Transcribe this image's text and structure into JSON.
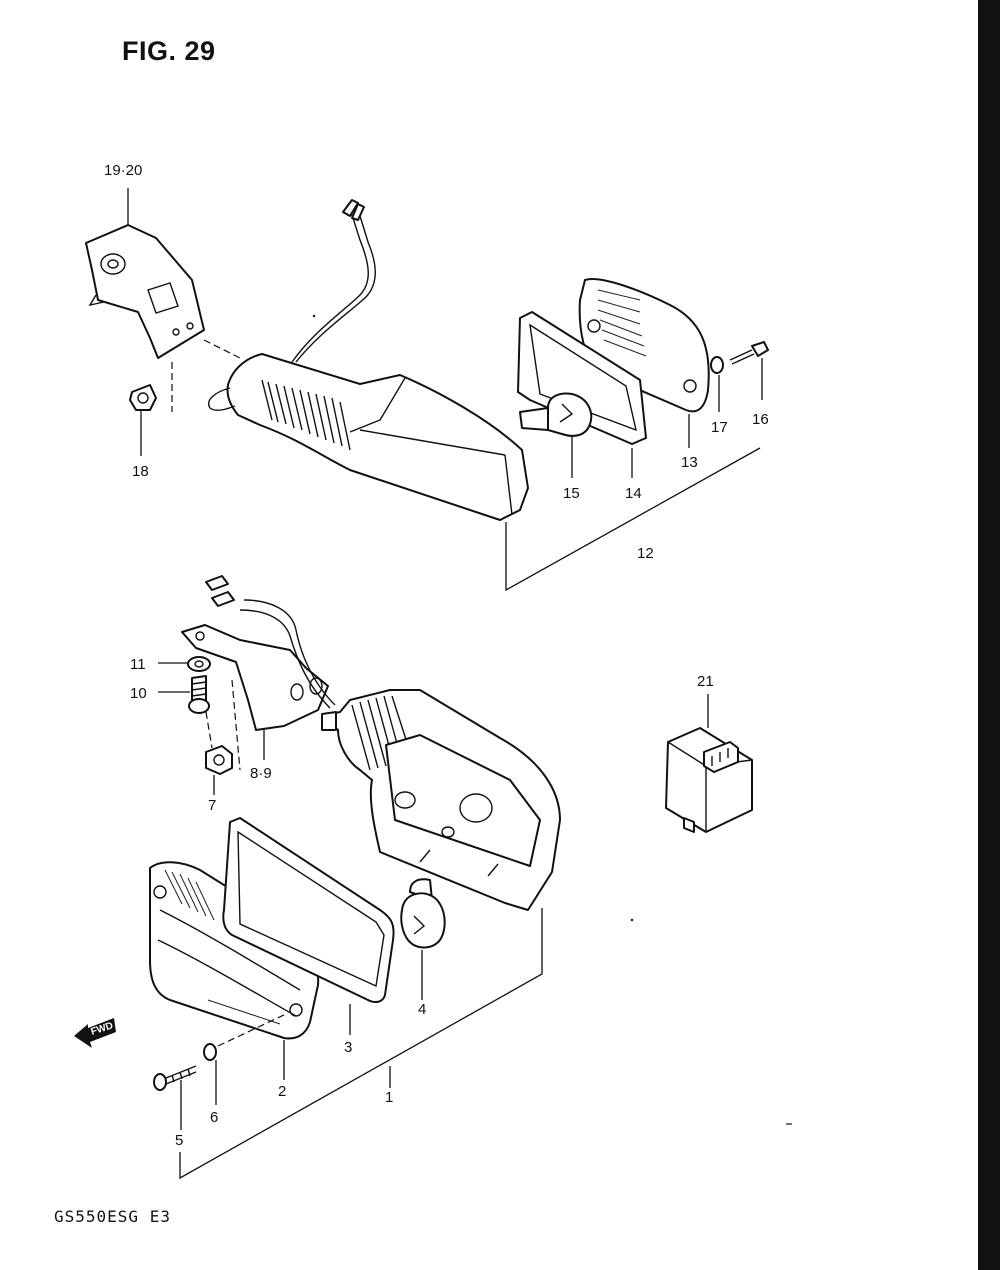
{
  "figure": {
    "title": "FIG. 29",
    "model_code": "GS550ESG E3",
    "fwd_label": "FWD"
  },
  "callouts": [
    {
      "id": "c1",
      "label": "1"
    },
    {
      "id": "c2",
      "label": "2"
    },
    {
      "id": "c3",
      "label": "3"
    },
    {
      "id": "c4",
      "label": "4"
    },
    {
      "id": "c5",
      "label": "5"
    },
    {
      "id": "c6",
      "label": "6"
    },
    {
      "id": "c7",
      "label": "7"
    },
    {
      "id": "c8",
      "label": "8·9"
    },
    {
      "id": "c10",
      "label": "10"
    },
    {
      "id": "c11",
      "label": "11"
    },
    {
      "id": "c12",
      "label": "12"
    },
    {
      "id": "c13",
      "label": "13"
    },
    {
      "id": "c14",
      "label": "14"
    },
    {
      "id": "c15",
      "label": "15"
    },
    {
      "id": "c16",
      "label": "16"
    },
    {
      "id": "c17",
      "label": "17"
    },
    {
      "id": "c18",
      "label": "18"
    },
    {
      "id": "c19",
      "label": "19·20"
    },
    {
      "id": "c21",
      "label": "21"
    }
  ]
}
